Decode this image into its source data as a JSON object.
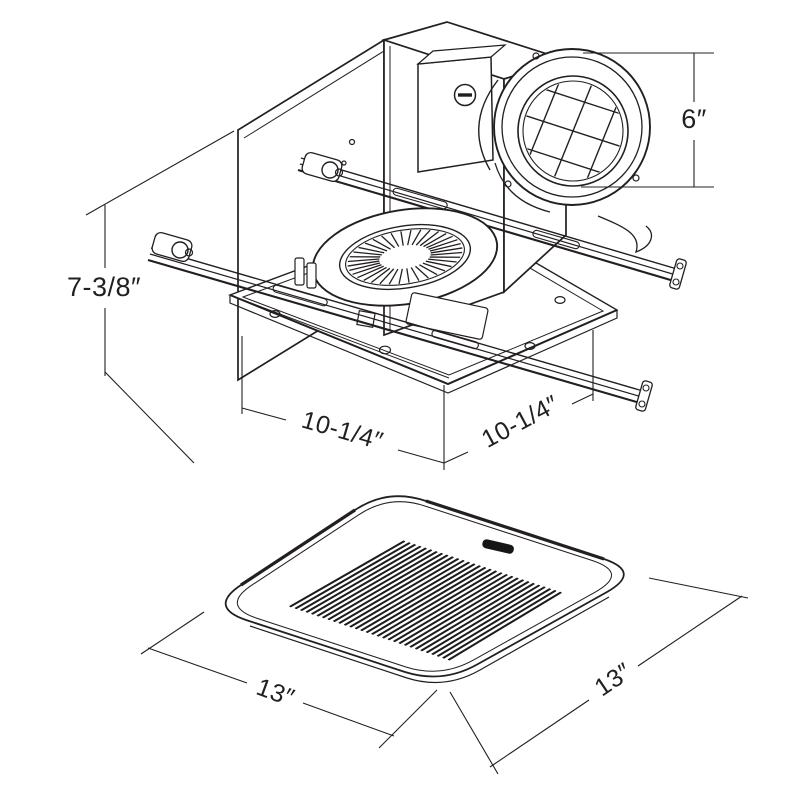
{
  "diagram": {
    "subject": "ventilation-fan-technical-drawing",
    "background_color": "#ffffff",
    "line_color": "#231f20",
    "views": [
      {
        "id": "housing-isometric",
        "parts": [
          "hanger-bars",
          "mounting-pan",
          "blower-wheel",
          "junction-box",
          "duct-collar-with-damper"
        ]
      },
      {
        "id": "grille-cover-isometric",
        "parts": [
          "rounded-cover",
          "vent-slats",
          "brand-logo-mark"
        ]
      }
    ],
    "dimensions": {
      "duct_diameter": "6″",
      "housing_height": "7-3/8″",
      "housing_width": "10-1/4″",
      "housing_depth": "10-1/4″",
      "grille_width": "13″",
      "grille_depth": "13″"
    }
  }
}
